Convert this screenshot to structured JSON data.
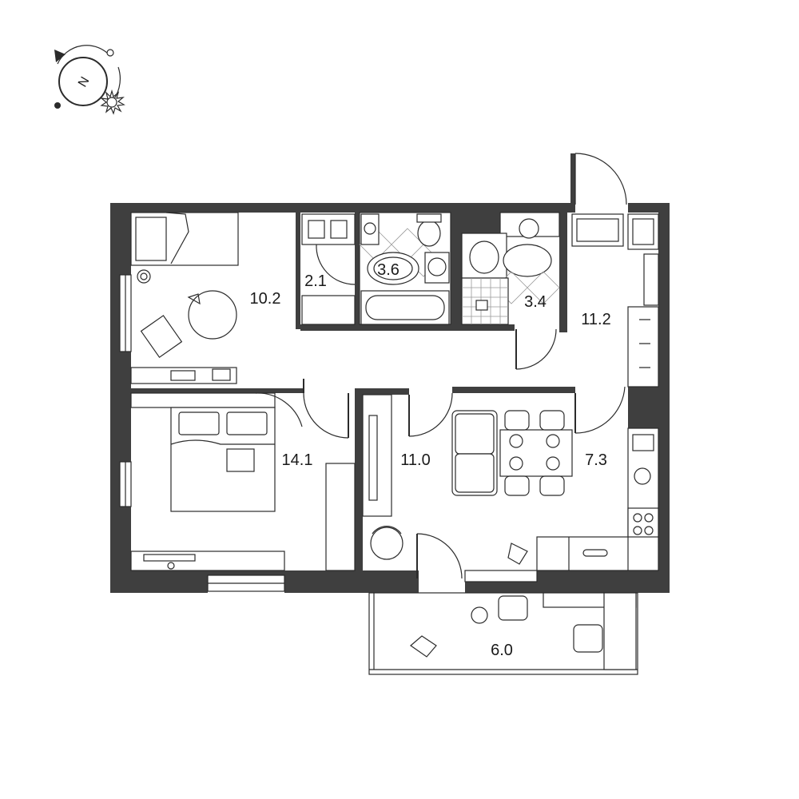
{
  "compass": {
    "north_letter": "N",
    "icon": "compass-icon",
    "sun_icon": "sun-icon"
  },
  "rooms": [
    {
      "id": "bedroom-small",
      "area": "10.2"
    },
    {
      "id": "wardrobe",
      "area": "2.1"
    },
    {
      "id": "bathroom",
      "area": "3.6"
    },
    {
      "id": "toilet",
      "area": "3.4"
    },
    {
      "id": "hallway",
      "area": "11.2"
    },
    {
      "id": "bedroom-large",
      "area": "14.1"
    },
    {
      "id": "living-room",
      "area": "11.0"
    },
    {
      "id": "kitchen",
      "area": "7.3"
    },
    {
      "id": "balcony",
      "area": "6.0"
    }
  ],
  "colors": {
    "wall": "#3f3f3f",
    "line": "#2b2b2b",
    "background": "#ffffff"
  }
}
